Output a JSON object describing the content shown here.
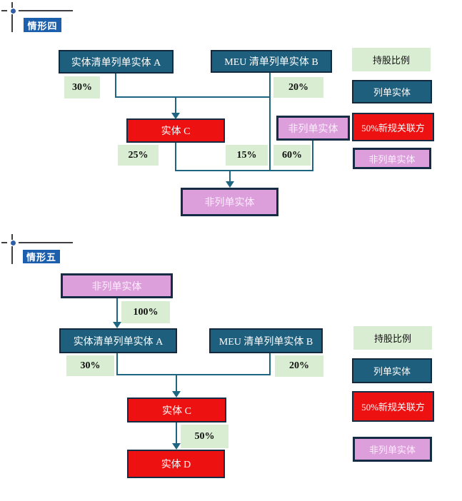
{
  "colors": {
    "teal": "#1E5F7E",
    "teal_border": "#12293F",
    "red": "#EE1111",
    "dark_border": "#152C45",
    "pink": "#DD9EDC",
    "green": "#D9EDD2",
    "line": "#1D6581",
    "title_bg": "#1C5FAD",
    "mark_gray": "#3D3F42",
    "mark_dot": "#2E5FA7"
  },
  "s4": {
    "title": "情形四",
    "entity_a": "实体清单列单实体 A",
    "entity_b": "MEU 清单列单实体 B",
    "entity_c": "实体 C",
    "unlisted_right": "非列单实体",
    "unlisted_bottom": "非列单实体",
    "pct_a_c": "30%",
    "pct_b_c": "20%",
    "pct_c_bottom": "25%",
    "pct_b_bottom": "15%",
    "pct_unlisted_bottom": "60%",
    "legend": {
      "holding": "持股比例",
      "listed": "列单实体",
      "rule50": "50%新规关联方",
      "unlisted": "非列单实体"
    }
  },
  "s5": {
    "title": "情形五",
    "unlisted_top": "非列单实体",
    "pct_top": "100%",
    "entity_a": "实体清单列单实体 A",
    "entity_b": "MEU 清单列单实体 B",
    "pct_a_c": "30%",
    "pct_b_c": "20%",
    "entity_c": "实体 C",
    "pct_c_d": "50%",
    "entity_d": "实体 D",
    "legend": {
      "holding": "持股比例",
      "listed": "列单实体",
      "rule50": "50%新规关联方",
      "unlisted": "非列单实体"
    }
  }
}
